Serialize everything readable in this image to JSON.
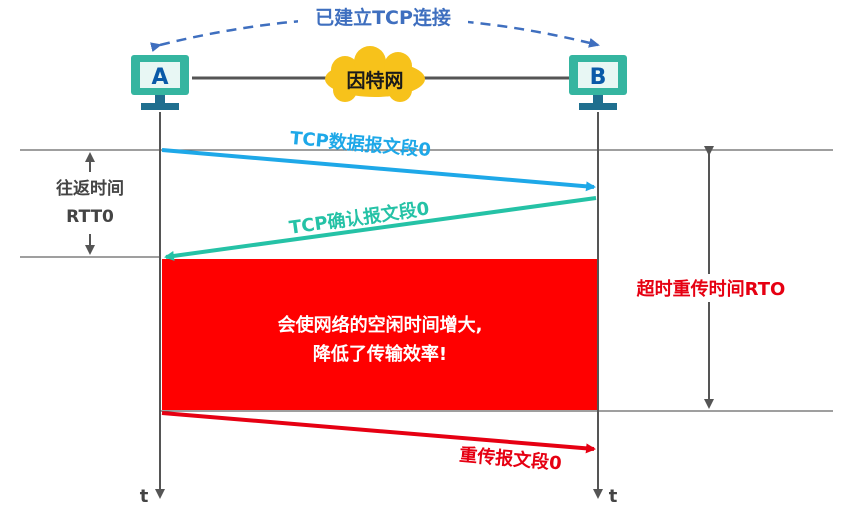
{
  "connection_label": "已建立TCP连接",
  "network_label": "因特网",
  "host_a": "A",
  "host_b": "B",
  "rtt_label_line1": "往返时间",
  "rtt_label_line2": "RTT0",
  "segment_label": "TCP数据报文段0",
  "ack_label": "TCP确认报文段0",
  "rto_label": "超时重传时间RTO",
  "idle_note_line1": "会使网络的空闲时间增大,",
  "idle_note_line2": "降低了传输效率!",
  "retransmit_label": "重传报文段0",
  "time_axis_a": "t",
  "time_axis_b": "t",
  "colors": {
    "host_fill": "#35b5a0",
    "host_text": "#0a5aa8",
    "blue_arrow": "#1ea8e8",
    "teal_arrow": "#25c2a6",
    "red": "#e60012",
    "cloud": "#f7c21b",
    "dashed_link": "#3f6fbf",
    "gray": "#555555"
  }
}
